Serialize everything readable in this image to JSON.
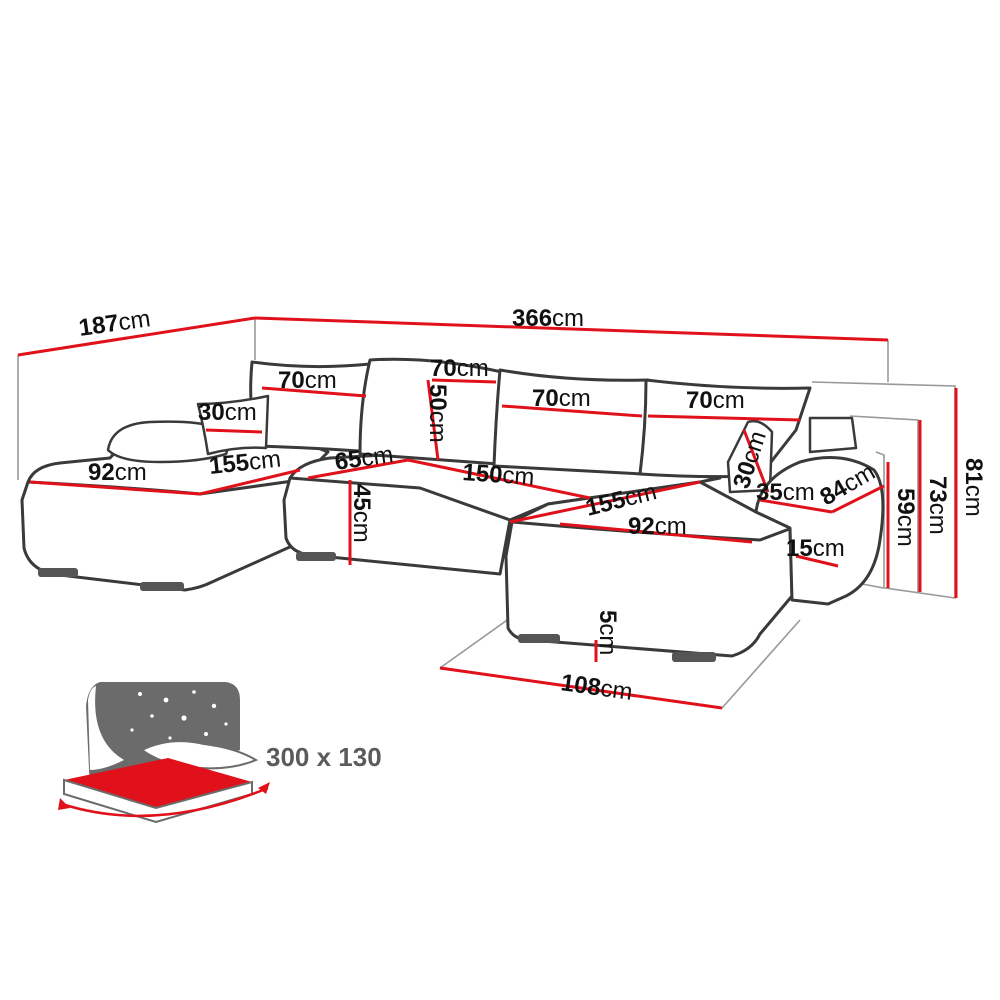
{
  "unit": "cm",
  "colors": {
    "dimension_line": "#e0111b",
    "outline": "#3a3a3a",
    "bed_fill": "#e0111b",
    "bed_icon_gray": "#6b6b6b",
    "label_text": "#111111"
  },
  "dimensions": {
    "total_depth_left": "187",
    "total_width": "366",
    "cushion_1": "70",
    "cushion_2": "70",
    "cushion_3": "70",
    "cushion_4": "70",
    "cushion_height": "50",
    "pillow_left": "30",
    "pillow_right": "30",
    "chaise_left_width": "92",
    "chaise_left_length": "155",
    "seat_depth": "65",
    "seat_width": "150",
    "seat_height": "45",
    "chaise_right_length": "155",
    "chaise_right_width": "92",
    "armrest_width": "35",
    "armrest_depth": "84",
    "armrest_thickness": "15",
    "height_arm": "59",
    "height_mid": "73",
    "height_total": "81",
    "leg_height": "5",
    "chaise_right_depth": "108"
  },
  "bed_icon": {
    "name": "sleeping-function-icon",
    "size_label": "300 x 130"
  }
}
